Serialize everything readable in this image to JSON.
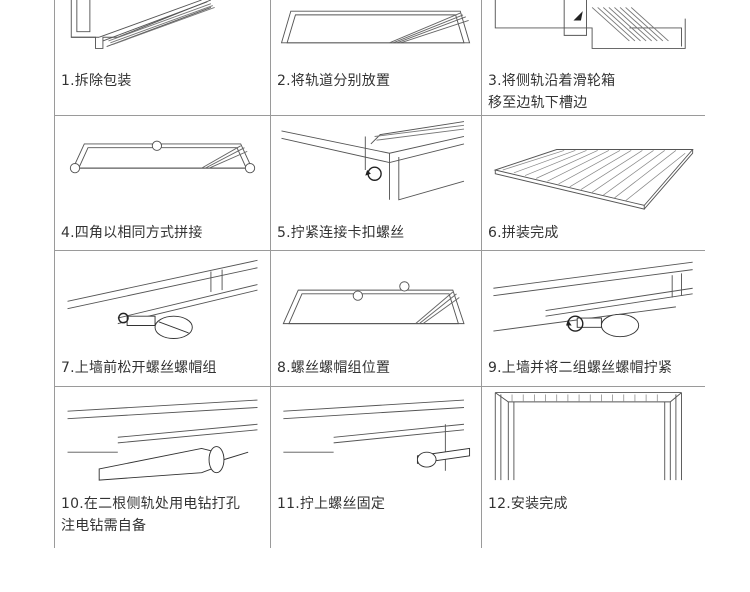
{
  "steps": [
    {
      "label": "1.拆除包装"
    },
    {
      "label": "2.将轨道分别放置"
    },
    {
      "label": "3.将侧轨沿着滑轮箱",
      "label2": "移至边轨下槽边"
    },
    {
      "label": "4.四角以相同方式拼接"
    },
    {
      "label": "5.拧紧连接卡扣螺丝"
    },
    {
      "label": "6.拼装完成"
    },
    {
      "label": "7.上墙前松开螺丝螺帽组"
    },
    {
      "label": "8.螺丝螺帽组位置"
    },
    {
      "label": "9.上墙并将二组螺丝螺帽拧紧"
    },
    {
      "label": "10.在二根侧轨处用电钻打孔",
      "label2": "注电钻需自备"
    },
    {
      "label": "11.拧上螺丝固定"
    },
    {
      "label": "12.安装完成"
    }
  ],
  "colors": {
    "border": "#9a9a9a",
    "line": "#555555",
    "text": "#333333"
  }
}
